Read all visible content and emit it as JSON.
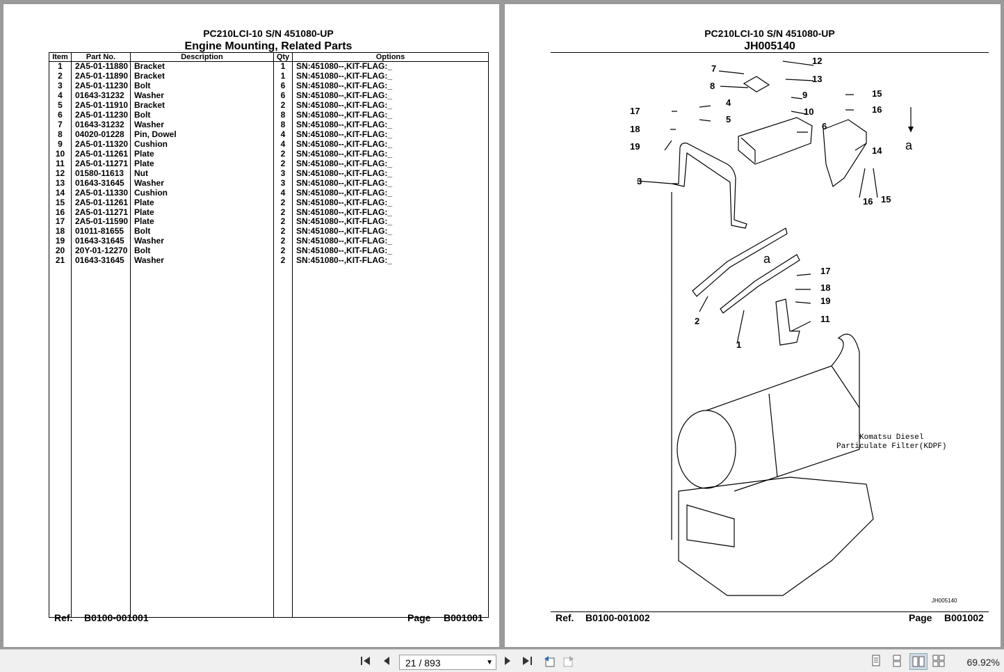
{
  "left_page": {
    "title1": "PC210LCI-10 S/N 451080-UP",
    "title2": "Engine Mounting, Related Parts",
    "columns": [
      "Item",
      "Part No.",
      "Description",
      "Qty",
      "Options"
    ],
    "rows": [
      [
        "1",
        "2A5-01-11880",
        "Bracket",
        "1",
        "SN:451080--,KIT-FLAG:_"
      ],
      [
        "2",
        "2A5-01-11890",
        "Bracket",
        "1",
        "SN:451080--,KIT-FLAG:_"
      ],
      [
        "3",
        "2A5-01-11230",
        "Bolt",
        "6",
        "SN:451080--,KIT-FLAG:_"
      ],
      [
        "4",
        "01643-31232",
        "Washer",
        "6",
        "SN:451080--,KIT-FLAG:_"
      ],
      [
        "5",
        "2A5-01-11910",
        "Bracket",
        "2",
        "SN:451080--,KIT-FLAG:_"
      ],
      [
        "6",
        "2A5-01-11230",
        "Bolt",
        "8",
        "SN:451080--,KIT-FLAG:_"
      ],
      [
        "7",
        "01643-31232",
        "Washer",
        "8",
        "SN:451080--,KIT-FLAG:_"
      ],
      [
        "8",
        "04020-01228",
        "Pin, Dowel",
        "4",
        "SN:451080--,KIT-FLAG:_"
      ],
      [
        "9",
        "2A5-01-11320",
        "Cushion",
        "4",
        "SN:451080--,KIT-FLAG:_"
      ],
      [
        "10",
        "2A5-01-11261",
        "Plate",
        "2",
        "SN:451080--,KIT-FLAG:_"
      ],
      [
        "11",
        "2A5-01-11271",
        "Plate",
        "2",
        "SN:451080--,KIT-FLAG:_"
      ],
      [
        "12",
        "01580-11613",
        "Nut",
        "3",
        "SN:451080--,KIT-FLAG:_"
      ],
      [
        "13",
        "01643-31645",
        "Washer",
        "3",
        "SN:451080--,KIT-FLAG:_"
      ],
      [
        "14",
        "2A5-01-11330",
        "Cushion",
        "4",
        "SN:451080--,KIT-FLAG:_"
      ],
      [
        "15",
        "2A5-01-11261",
        "Plate",
        "2",
        "SN:451080--,KIT-FLAG:_"
      ],
      [
        "16",
        "2A5-01-11271",
        "Plate",
        "2",
        "SN:451080--,KIT-FLAG:_"
      ],
      [
        "17",
        "2A5-01-11590",
        "Plate",
        "2",
        "SN:451080--,KIT-FLAG:_"
      ],
      [
        "18",
        "01011-81655",
        "Bolt",
        "2",
        "SN:451080--,KIT-FLAG:_"
      ],
      [
        "19",
        "01643-31645",
        "Washer",
        "2",
        "SN:451080--,KIT-FLAG:_"
      ],
      [
        "20",
        "20Y-01-12270",
        "Bolt",
        "2",
        "SN:451080--,KIT-FLAG:_"
      ],
      [
        "21",
        "01643-31645",
        "Washer",
        "2",
        "SN:451080--,KIT-FLAG:_"
      ]
    ],
    "ref_label": "Ref.",
    "ref_value": "B0100-001001",
    "page_label": "Page",
    "page_value": "B001001"
  },
  "right_page": {
    "title1": "PC210LCI-10 S/N 451080-UP",
    "title2": "JH005140",
    "diagram_labels": [
      "1",
      "2",
      "3",
      "4",
      "5",
      "6",
      "7",
      "8",
      "9",
      "10",
      "11",
      "12",
      "13",
      "14",
      "15",
      "16",
      "17",
      "18",
      "19",
      "a"
    ],
    "kdpf_line1": "Komatsu Diesel",
    "kdpf_line2": "Particulate Filter(KDPF)",
    "figure_code": "JH005140",
    "ref_label": "Ref.",
    "ref_value": "B0100-001002",
    "page_label": "Page",
    "page_value": "B001002"
  },
  "toolbar": {
    "page_indicator": "21 / 893",
    "zoom": "69.92%"
  }
}
